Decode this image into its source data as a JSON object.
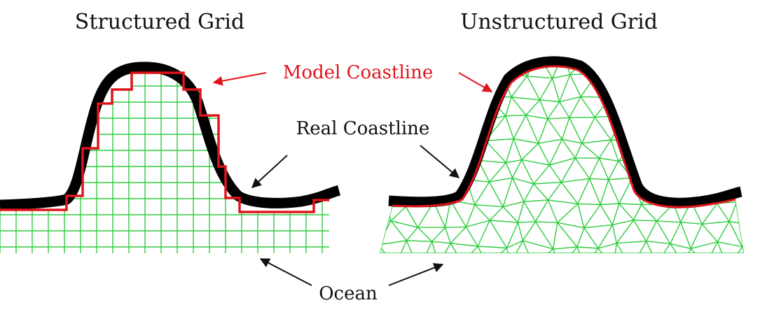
{
  "titles": {
    "structured": "Structured Grid",
    "unstructured": "Unstructured Grid"
  },
  "labels": {
    "model_coastline": "Model Coastline",
    "real_coastline": "Real Coastline",
    "ocean": "Ocean"
  },
  "colors": {
    "real_coastline": "#000000",
    "model_coastline": "#e0141b",
    "grid": "#2ecc40",
    "text": "#111111"
  }
}
